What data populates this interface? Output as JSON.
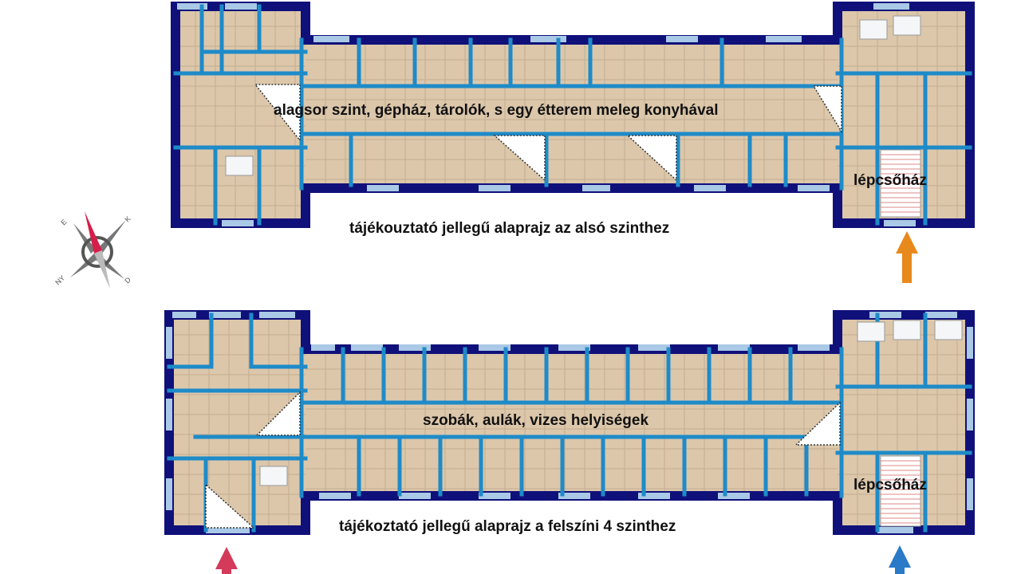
{
  "top_plan": {
    "room_label": "alagsor szint, gépház, tárolók, s egy étterem meleg konyhával",
    "stair_label": "lépcsőház",
    "caption": "tájékouztató jellegű alaprajz az alsó szinthez"
  },
  "bottom_plan": {
    "room_label": "szobák, aulák, vizes helyiségek",
    "stair_label": "lépcsőház",
    "caption": "tájékoztató jellegű alaprajz a felszíni 4 szinthez"
  },
  "compass": {
    "n": "E",
    "e": "K",
    "s": "D",
    "w": "NY"
  },
  "colors": {
    "outer_wall": "#10107a",
    "inner_wall": "#1e8bc8",
    "floor": "#dcc7ab",
    "window": "#a9c9e6",
    "arrow_orange": "#e8891c",
    "arrow_pink": "#d43a5a",
    "arrow_blue": "#2a7ac8"
  }
}
